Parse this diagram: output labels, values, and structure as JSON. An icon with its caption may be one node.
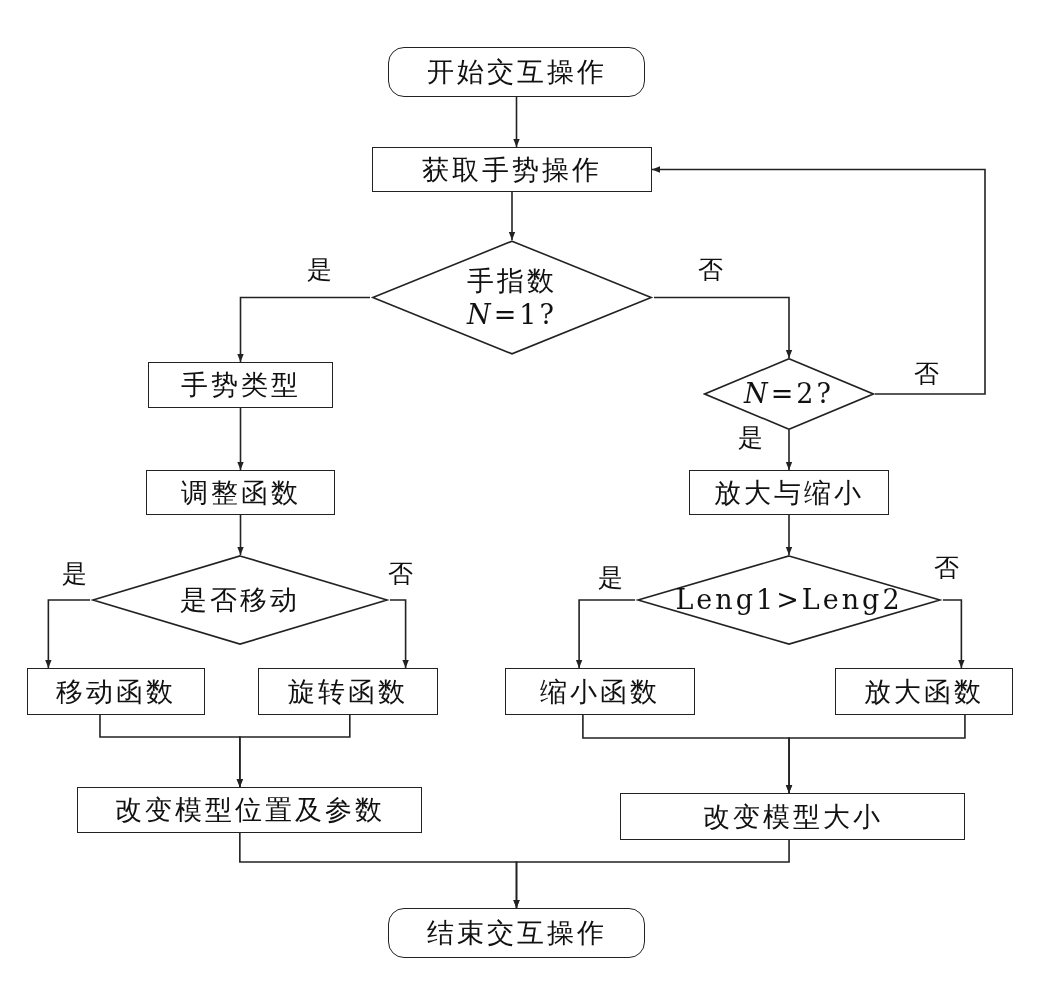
{
  "diagram": {
    "nodes": [
      {
        "text": [
          "开始交互操作"
        ]
      },
      {
        "text": [
          "获取手势操作"
        ]
      },
      {
        "text": [
          "手指数 *N*=1?"
        ]
      },
      {
        "text": [
          "手势类型"
        ]
      },
      {
        "text": [
          "调整函数"
        ]
      },
      {
        "text": [
          "是否移动"
        ]
      },
      {
        "text": [
          "移动函数"
        ]
      },
      {
        "text": [
          "旋转函数"
        ]
      },
      {
        "text": [
          "改变模型位置及参数"
        ]
      },
      {
        "text": [
          "*N*=2?"
        ]
      },
      {
        "text": [
          "放大与缩小"
        ]
      },
      {
        "text": [
          "Leng1>Leng2"
        ]
      },
      {
        "text": [
          "缩小函数"
        ]
      },
      {
        "text": [
          "放大函数"
        ]
      },
      {
        "text": [
          "改变模型大小"
        ]
      },
      {
        "text": [
          "结束交互操作"
        ]
      }
    ],
    "edges": [
      {
        "from": 0,
        "to": 1,
        "arrow": "to"
      },
      {
        "from": 1,
        "to": 2,
        "arrow": "to"
      },
      {
        "from": 2,
        "to": 3,
        "arrow": "to",
        "label": "是"
      },
      {
        "from": 2,
        "to": 9,
        "arrow": "to",
        "label": "否"
      },
      {
        "from": 9,
        "to": 1,
        "arrow": "to",
        "label": "否"
      },
      {
        "from": 9,
        "to": 10,
        "arrow": "to",
        "label": "是"
      },
      {
        "from": 3,
        "to": 4,
        "arrow": "to"
      },
      {
        "from": 4,
        "to": 5,
        "arrow": "to"
      },
      {
        "from": 5,
        "to": 6,
        "arrow": "to",
        "label": "是"
      },
      {
        "from": 5,
        "to": 7,
        "arrow": "to",
        "label": "否"
      },
      {
        "from": 6,
        "to": 8,
        "arrow": "to"
      },
      {
        "from": 7,
        "to": 8,
        "arrow": "to"
      },
      {
        "from": 10,
        "to": 11,
        "arrow": "to"
      },
      {
        "from": 11,
        "to": 12,
        "arrow": "to",
        "label": "是"
      },
      {
        "from": 11,
        "to": 13,
        "arrow": "to",
        "label": "否"
      },
      {
        "from": 12,
        "to": 14,
        "arrow": "to"
      },
      {
        "from": 13,
        "to": 14,
        "arrow": "to"
      },
      {
        "from": 8,
        "to": 15,
        "arrow": "to"
      },
      {
        "from": 14,
        "to": 15,
        "arrow": "to"
      }
    ]
  }
}
